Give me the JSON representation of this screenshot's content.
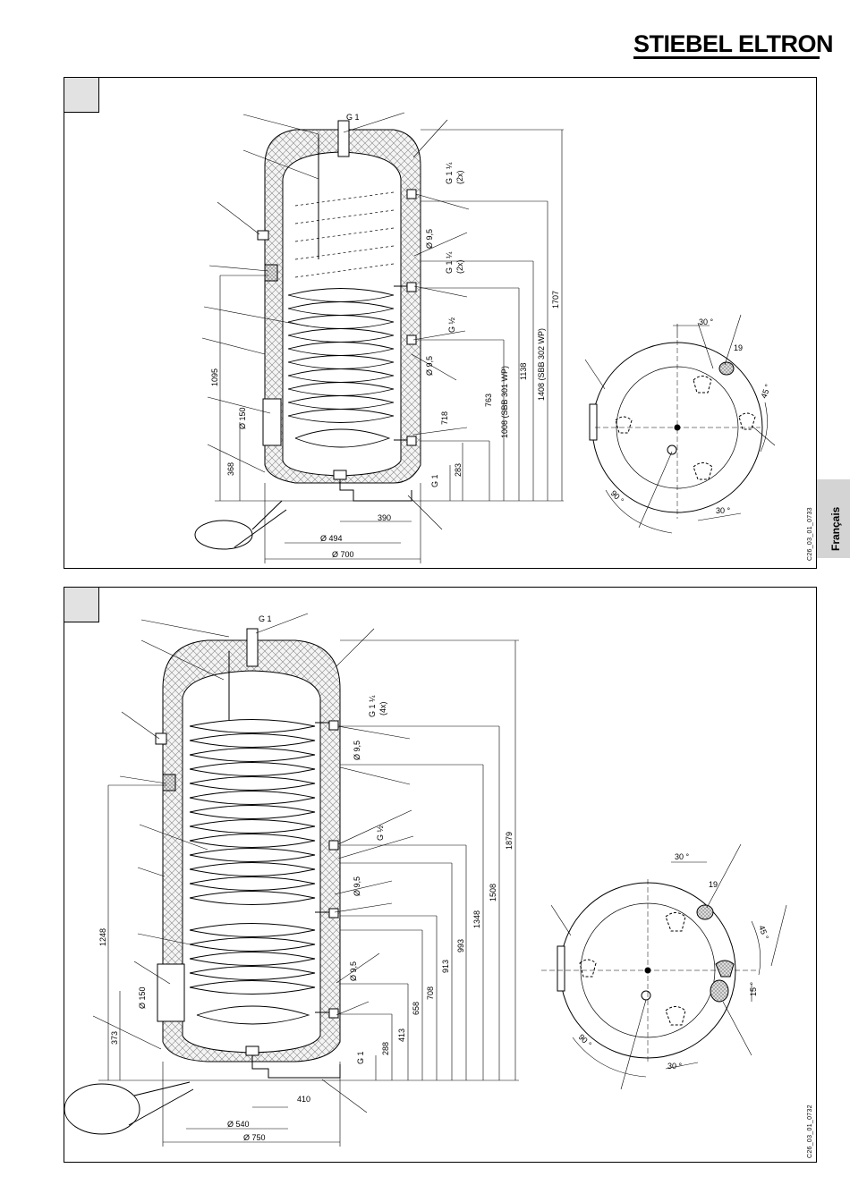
{
  "brand": {
    "name": "STIEBEL ELTRON"
  },
  "language_tab": "Français",
  "figure1": {
    "drawing_code": "C26_03_01_0733",
    "connections": [
      "G 1",
      "G 1 ¼",
      "(2x)",
      "G 1 ¼",
      "(2x)",
      "G ½",
      "G 1"
    ],
    "diameters": [
      "Ø 9,5",
      "Ø 9,5",
      "Ø 150",
      "Ø 494",
      "Ø 700"
    ],
    "heights": [
      "1707",
      "1408 (SBB 302 WP)",
      "1138",
      "1008 (SBB 301 WP)",
      "763",
      "718",
      "283",
      "1095",
      "368"
    ],
    "horizontal": [
      "390"
    ],
    "angles": [
      "30 °",
      "19",
      "45 °",
      "90 °",
      "30 °"
    ]
  },
  "figure2": {
    "drawing_code": "C26_03_01_0732",
    "connections": [
      "G 1",
      "G 1 ¼",
      "(4x)",
      "G ½",
      "G 1"
    ],
    "diameters": [
      "Ø 9,5",
      "Ø 9,5",
      "Ø 9,5",
      "Ø 150",
      "Ø 540",
      "Ø 750"
    ],
    "heights": [
      "1879",
      "1508",
      "1348",
      "993",
      "913",
      "708",
      "658",
      "413",
      "288",
      "1248",
      "373"
    ],
    "horizontal": [
      "410"
    ],
    "angles": [
      "30 °",
      "19",
      "45 °",
      "15 °",
      "90 °",
      "30 °"
    ]
  }
}
